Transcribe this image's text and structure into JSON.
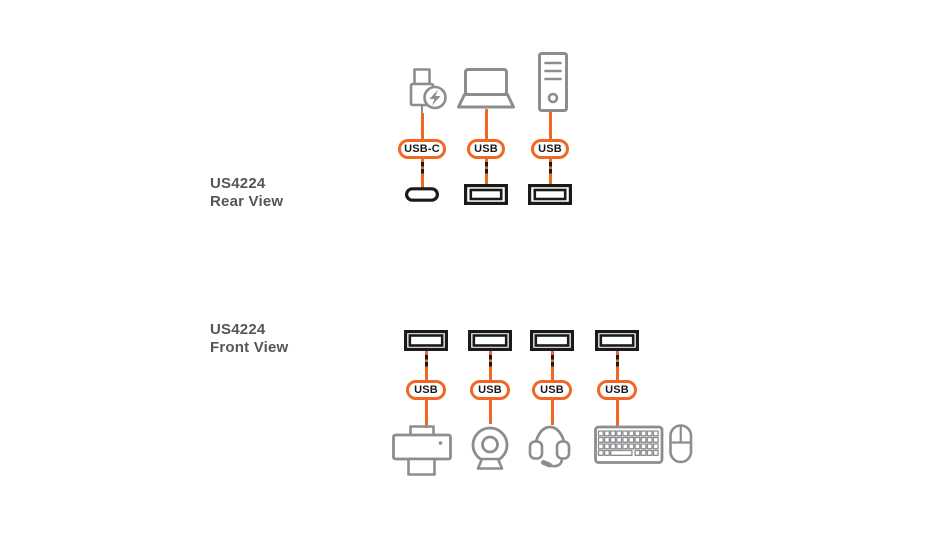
{
  "colors": {
    "background": "#FFFFFF",
    "accent_orange": "#F26722",
    "icon_gray": "#8B8D90",
    "label_gray": "#55565A",
    "ink_black": "#1A1A1A"
  },
  "rear_section": {
    "label_line1": "US4224",
    "label_line2": "Rear View",
    "connections": [
      {
        "device": "usb-c-power-adapter",
        "badge": "USB-C",
        "port": "usb-c-port"
      },
      {
        "device": "laptop",
        "badge": "USB",
        "port": "usb-a-port"
      },
      {
        "device": "desktop-pc-tower",
        "badge": "USB",
        "port": "usb-a-port"
      }
    ]
  },
  "front_section": {
    "label_line1": "US4224",
    "label_line2": "Front View",
    "connections": [
      {
        "device": "printer",
        "badge": "USB",
        "port": "usb-a-port"
      },
      {
        "device": "webcam",
        "badge": "USB",
        "port": "usb-a-port"
      },
      {
        "device": "headset",
        "badge": "USB",
        "port": "usb-a-port"
      },
      {
        "device": "keyboard-and-mouse",
        "badge": "USB",
        "port": "usb-a-port"
      }
    ]
  }
}
